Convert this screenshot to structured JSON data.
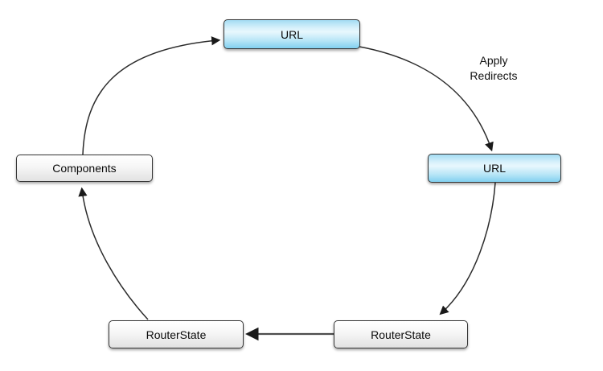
{
  "diagram": {
    "background": "#ffffff",
    "nodes": [
      {
        "id": "url-initial",
        "label": "URL",
        "fill": "blue"
      },
      {
        "id": "url-redirected",
        "label": "URL",
        "fill": "blue"
      },
      {
        "id": "components",
        "label": "Components",
        "fill": "gray"
      },
      {
        "id": "routerstate-left",
        "label": "RouterState",
        "fill": "gray"
      },
      {
        "id": "routerstate-right",
        "label": "RouterState",
        "fill": "gray"
      }
    ],
    "edges": [
      {
        "from": "url-initial",
        "to": "url-redirected",
        "label": "Apply\nRedirects"
      },
      {
        "from": "url-redirected",
        "to": "routerstate-right",
        "label": ""
      },
      {
        "from": "routerstate-right",
        "to": "routerstate-left",
        "label": ""
      },
      {
        "from": "routerstate-left",
        "to": "components",
        "label": ""
      },
      {
        "from": "components",
        "to": "url-initial",
        "label": ""
      }
    ],
    "colors": {
      "node_blue_top": "#a3dcf3",
      "node_blue_highlight": "#e8f7fd",
      "node_blue_bottom": "#82d0f0",
      "node_gray_top": "#ffffff",
      "node_gray_bottom": "#e2e2e2",
      "node_border": "#363636",
      "arrow": "#2b2b2b",
      "text": "#0a0a0a"
    }
  }
}
